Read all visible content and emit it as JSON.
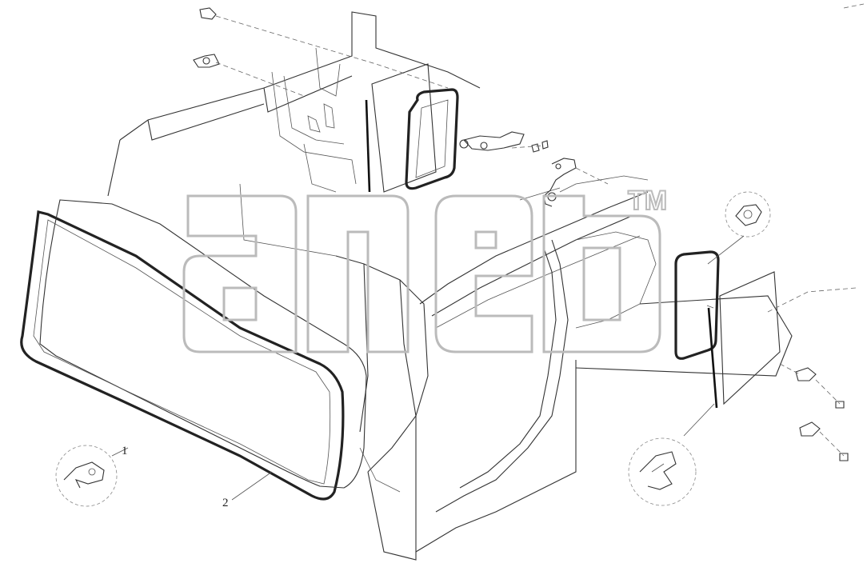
{
  "callouts": [
    {
      "label": "1"
    },
    {
      "label": "2"
    }
  ],
  "watermark": {
    "trademark": "TM"
  },
  "colors": {
    "line": "#333333",
    "watermark": "#bbbbbb",
    "background": "#ffffff"
  }
}
